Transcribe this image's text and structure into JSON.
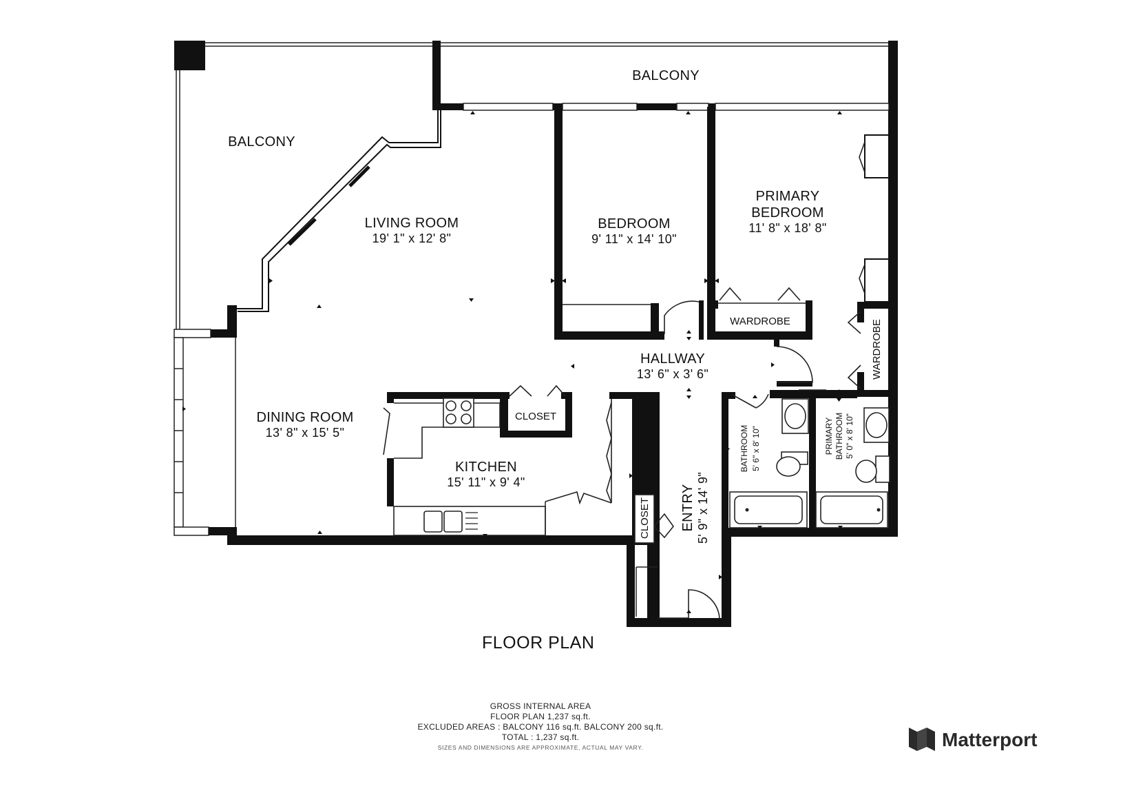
{
  "rooms": {
    "balcony_left": {
      "name": "BALCONY"
    },
    "balcony_top": {
      "name": "BALCONY"
    },
    "living": {
      "name": "LIVING ROOM",
      "dims": "19' 1\" x 12' 8\""
    },
    "bedroom": {
      "name": "BEDROOM",
      "dims": "9' 11\" x 14' 10\""
    },
    "primary_bedroom": {
      "name_line1": "PRIMARY",
      "name_line2": "BEDROOM",
      "dims": "11' 8\" x 18' 8\""
    },
    "wardrobe_a": {
      "name": "WARDROBE"
    },
    "wardrobe_b": {
      "name": "WARDROBE"
    },
    "hallway": {
      "name": "HALLWAY",
      "dims": "13' 6\" x 3' 6\""
    },
    "dining": {
      "name": "DINING ROOM",
      "dims": "13' 8\" x 15' 5\""
    },
    "closet_kitchen": {
      "name": "CLOSET"
    },
    "kitchen": {
      "name": "KITCHEN",
      "dims": "15' 11\" x 9' 4\""
    },
    "closet_entry": {
      "name": "CLOSET"
    },
    "entry": {
      "name": "ENTRY",
      "dims": "5' 9\" x 14' 9\""
    },
    "bathroom": {
      "name": "BATHROOM",
      "dims": "5' 6\" x 8' 10\""
    },
    "primary_bathroom": {
      "name_line1": "PRIMARY",
      "name_line2": "BATHROOM",
      "dims": "5' 0\" x 8' 10\""
    }
  },
  "plan_title": "FLOOR PLAN",
  "area_summary": {
    "heading": "GROSS INTERNAL AREA",
    "floor_plan": "FLOOR PLAN 1,237 sq.ft.",
    "excluded": "EXCLUDED AREAS :  BALCONY 116 sq.ft.    BALCONY 200 sq.ft.",
    "total": "TOTAL :  1,237 sq.ft.",
    "note": "SIZES AND DIMENSIONS ARE APPROXIMATE, ACTUAL MAY VARY."
  },
  "brand": {
    "name": "Matterport",
    "logo_icon": "matterport-logo-icon"
  }
}
